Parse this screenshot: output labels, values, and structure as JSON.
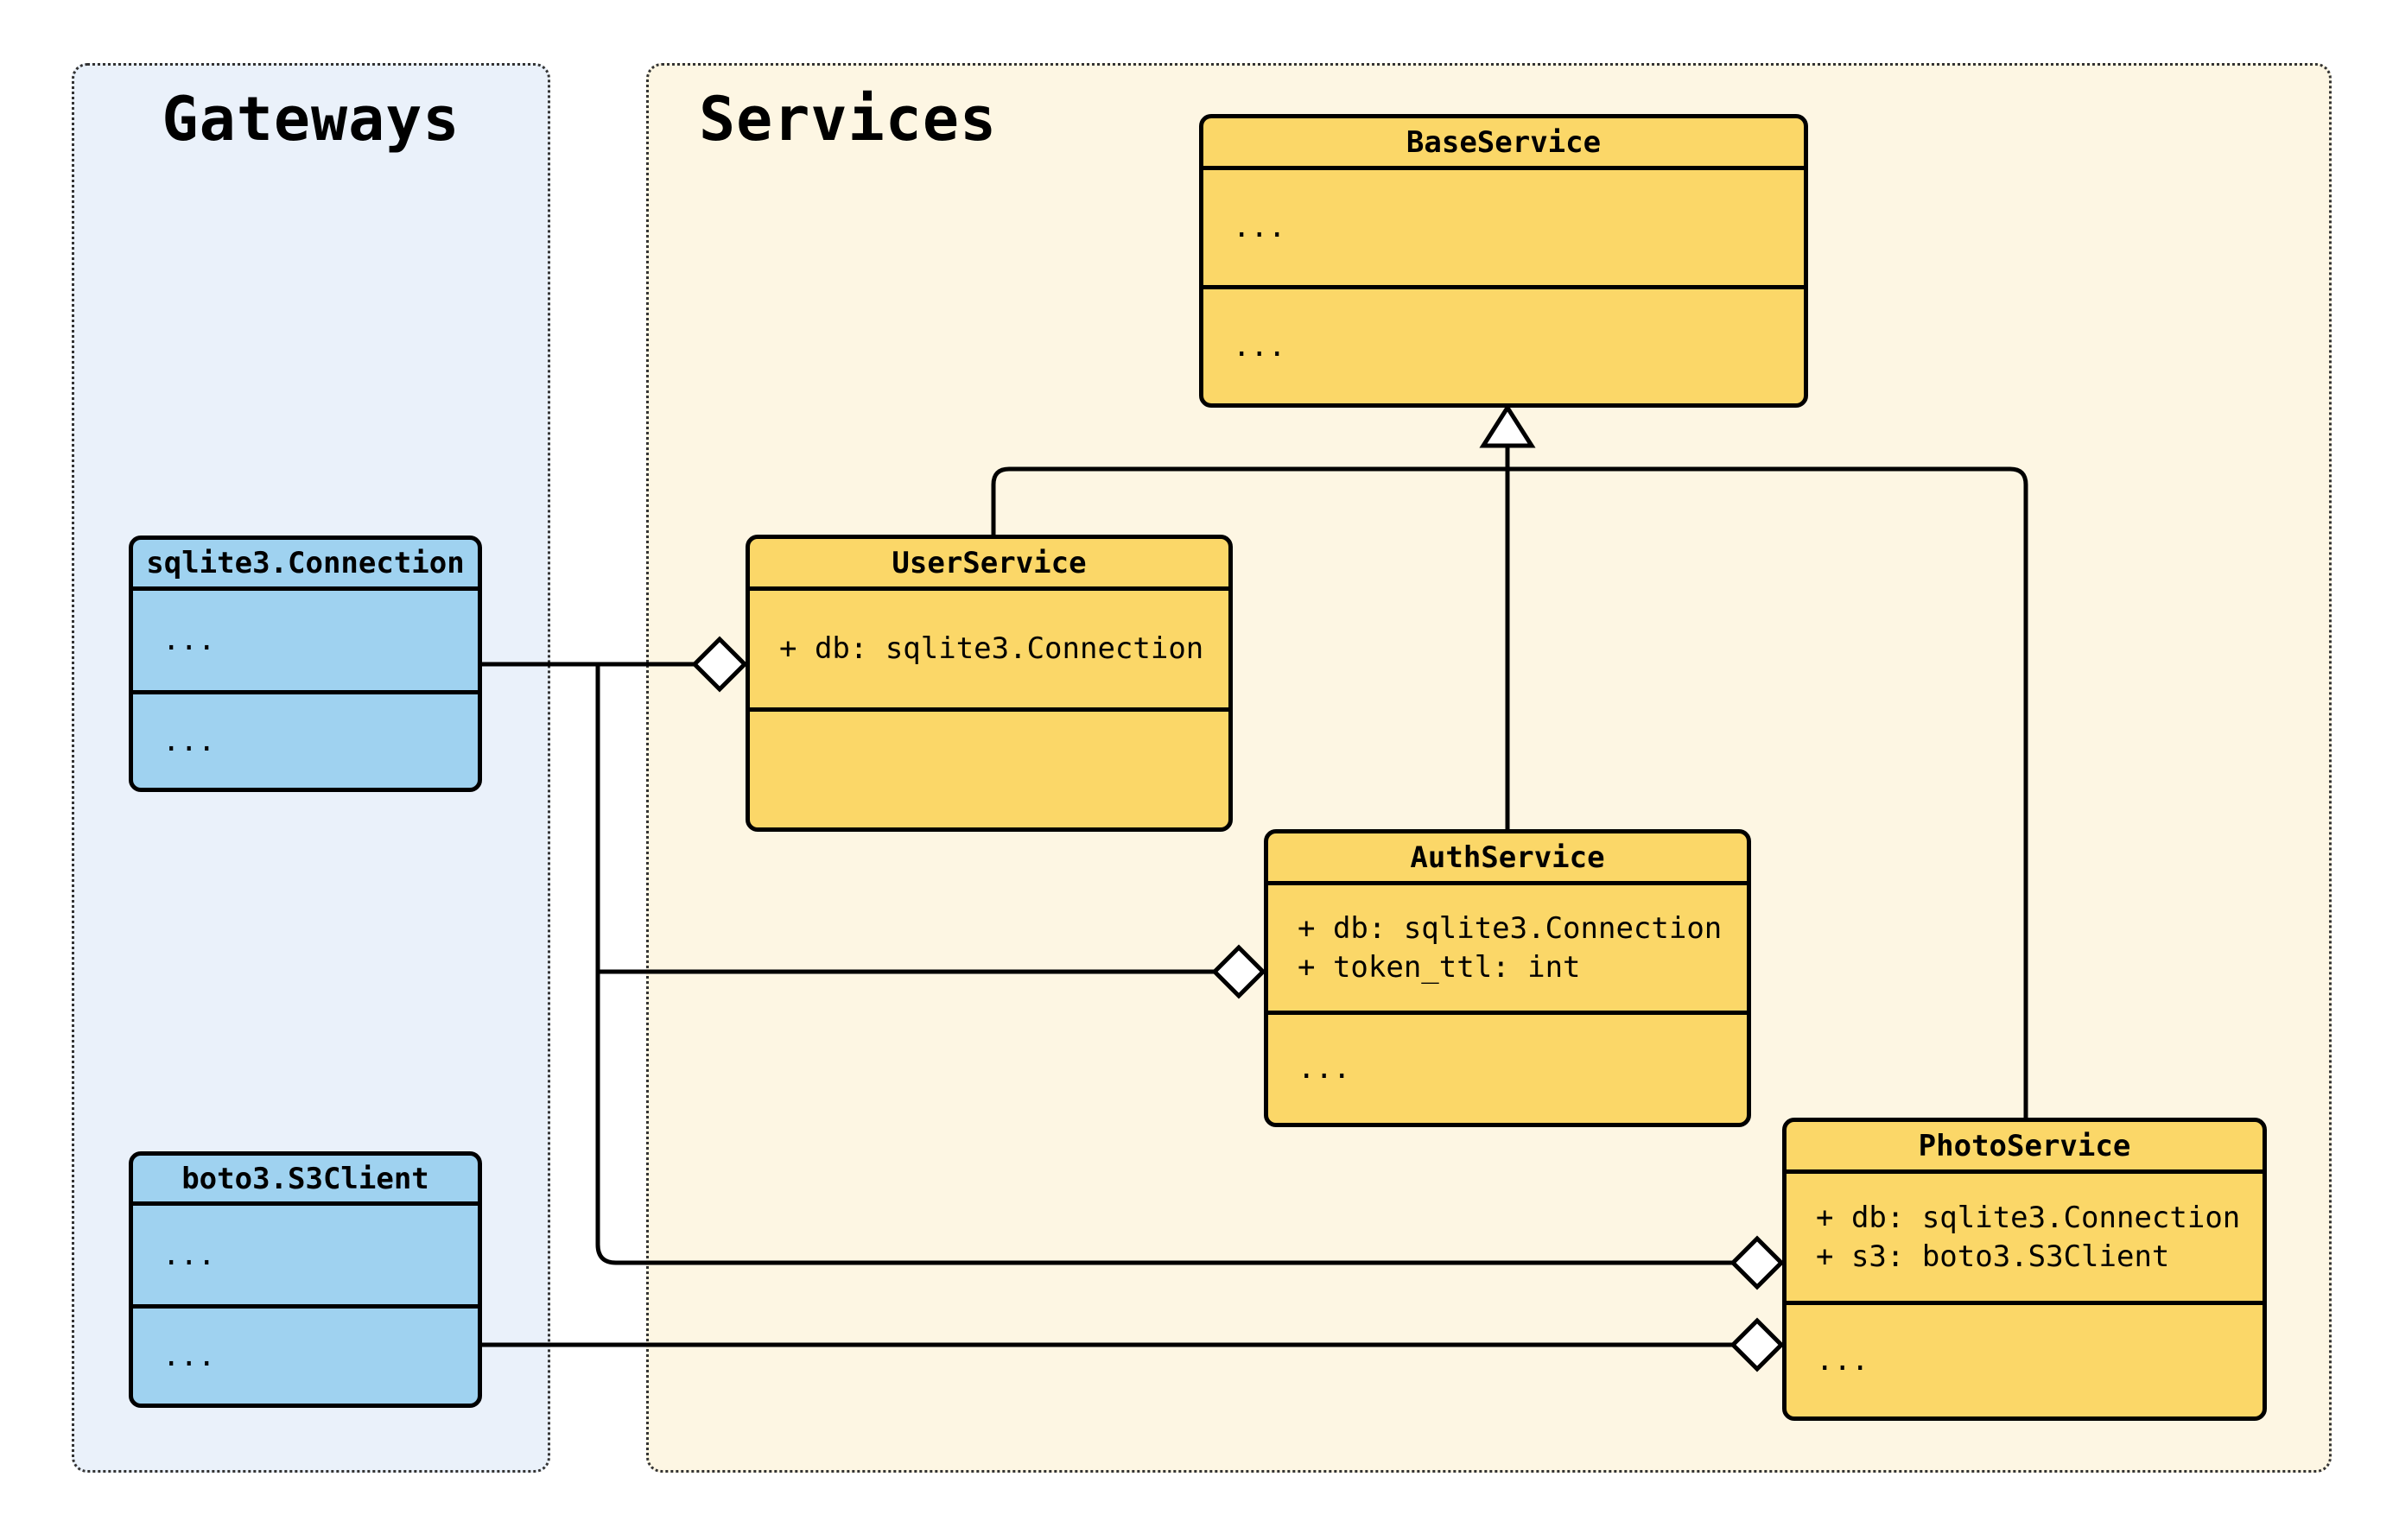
{
  "colors": {
    "page_bg": "#ffffff",
    "gateways_bg": "#eaf1fa",
    "services_bg": "#fdf6e3",
    "gateway_class_fill": "#9fd2f0",
    "service_class_fill": "#fbd768",
    "line": "#000000",
    "container_border": "#333333"
  },
  "containers": {
    "gateways": {
      "title": "Gateways"
    },
    "services": {
      "title": "Services"
    }
  },
  "classes": {
    "base_service": {
      "title": "BaseService",
      "attributes": [
        "..."
      ],
      "methods": [
        "..."
      ]
    },
    "user_service": {
      "title": "UserService",
      "attributes": [
        "+ db: sqlite3.Connection"
      ],
      "methods": []
    },
    "auth_service": {
      "title": "AuthService",
      "attributes": [
        "+ db: sqlite3.Connection",
        "+ token_ttl: int"
      ],
      "methods": [
        "..."
      ]
    },
    "photo_service": {
      "title": "PhotoService",
      "attributes": [
        "+ db: sqlite3.Connection",
        "+ s3: boto3.S3Client"
      ],
      "methods": [
        "..."
      ]
    },
    "sqlite3_connection": {
      "title": "sqlite3.Connection",
      "attributes": [
        "..."
      ],
      "methods": [
        "..."
      ]
    },
    "boto3_s3client": {
      "title": "boto3.S3Client",
      "attributes": [
        "..."
      ],
      "methods": [
        "..."
      ]
    }
  },
  "relationships": [
    {
      "type": "inheritance",
      "from": "UserService",
      "to": "BaseService"
    },
    {
      "type": "inheritance",
      "from": "AuthService",
      "to": "BaseService"
    },
    {
      "type": "inheritance",
      "from": "PhotoService",
      "to": "BaseService"
    },
    {
      "type": "aggregation",
      "from": "UserService",
      "to": "sqlite3.Connection",
      "via": "db"
    },
    {
      "type": "aggregation",
      "from": "AuthService",
      "to": "sqlite3.Connection",
      "via": "db"
    },
    {
      "type": "aggregation",
      "from": "PhotoService",
      "to": "sqlite3.Connection",
      "via": "db"
    },
    {
      "type": "aggregation",
      "from": "PhotoService",
      "to": "boto3.S3Client",
      "via": "s3"
    }
  ]
}
